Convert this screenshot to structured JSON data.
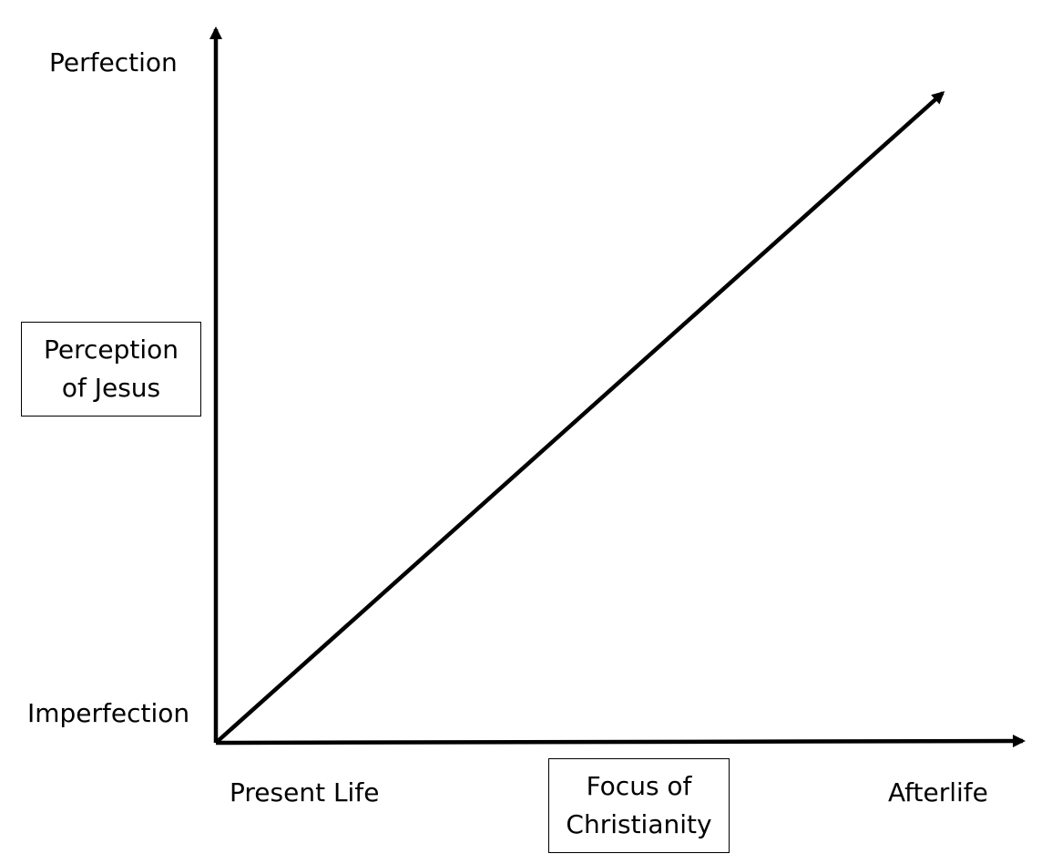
{
  "y_axis": {
    "top_label": "Perfection",
    "bottom_label": "Imperfection",
    "title_line1": "Perception",
    "title_line2": "of Jesus"
  },
  "x_axis": {
    "left_label": "Present Life",
    "right_label": "Afterlife",
    "title_line1": "Focus of",
    "title_line2": "Christianity"
  },
  "colors": {
    "line": "#000000",
    "background": "#ffffff"
  }
}
